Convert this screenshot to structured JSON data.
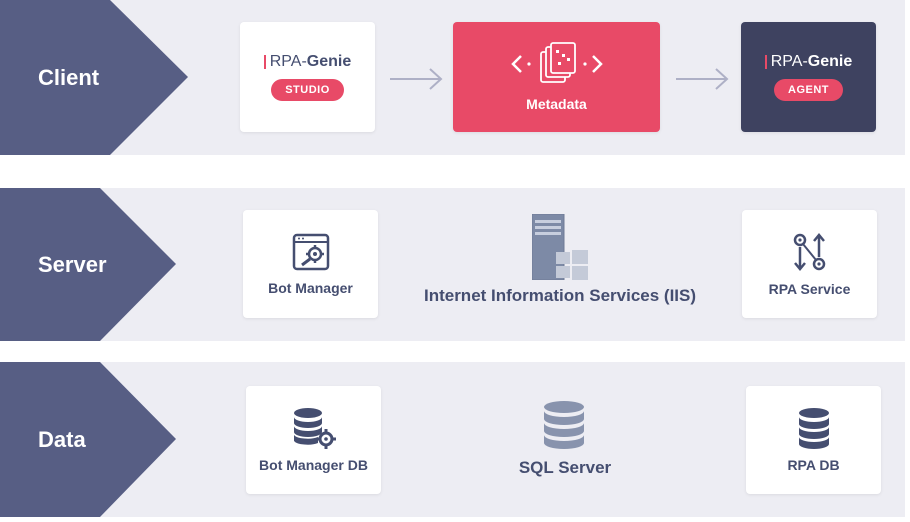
{
  "client": {
    "tier_label": "Client",
    "studio": {
      "brand_prefix": "RPA-",
      "brand_name": "Genie",
      "badge": "STUDIO"
    },
    "metadata": {
      "label": "Metadata"
    },
    "agent": {
      "brand_prefix": "RPA-",
      "brand_name": "Genie",
      "badge": "AGENT"
    }
  },
  "server": {
    "tier_label": "Server",
    "bot_manager": {
      "label": "Bot Manager"
    },
    "iis": {
      "label": "Internet Information Services (IIS)"
    },
    "rpa_service": {
      "label": "RPA Service"
    }
  },
  "data": {
    "tier_label": "Data",
    "bot_manager_db": {
      "label": "Bot Manager DB"
    },
    "sql_server": {
      "label": "SQL Server"
    },
    "rpa_db": {
      "label": "RPA DB"
    }
  },
  "colors": {
    "tier_navy": "#575e84",
    "accent_pink": "#e84a67",
    "band_bg": "#ededf3",
    "agent_dark": "#3e4260",
    "text_navy": "#454e70"
  }
}
